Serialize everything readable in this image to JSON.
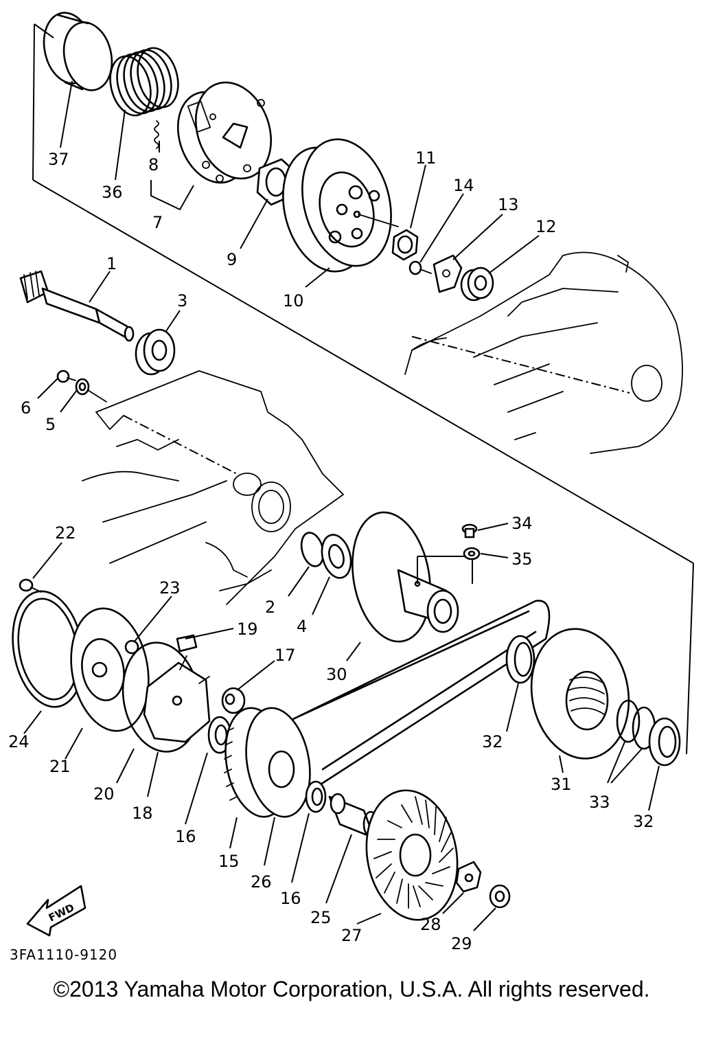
{
  "diagram": {
    "part_numbers": {
      "p1": "1",
      "p2": "2",
      "p3": "3",
      "p4": "4",
      "p5": "5",
      "p6": "6",
      "p7": "7",
      "p8": "8",
      "p9": "9",
      "p10": "10",
      "p11": "11",
      "p12": "12",
      "p13": "13",
      "p14": "14",
      "p15": "15",
      "p16a": "16",
      "p16b": "16",
      "p17": "17",
      "p18": "18",
      "p19": "19",
      "p20": "20",
      "p21": "21",
      "p22": "22",
      "p23": "23",
      "p24": "24",
      "p25": "25",
      "p26": "26",
      "p27": "27",
      "p28": "28",
      "p29": "29",
      "p30": "30",
      "p31": "31",
      "p32a": "32",
      "p32b": "32",
      "p33": "33",
      "p34": "34",
      "p35": "35",
      "p36": "36",
      "p37": "37"
    },
    "fwd_label": "FWD",
    "drawing_code": "3FA1110-9120"
  },
  "footer": {
    "copyright": "©2013 Yamaha Motor Corporation, U.S.A. All rights reserved."
  }
}
